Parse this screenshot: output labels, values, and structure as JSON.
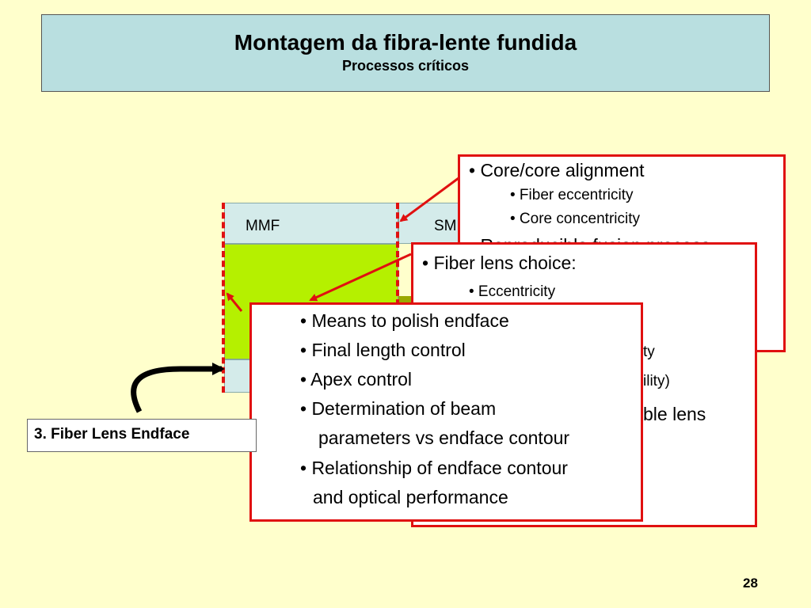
{
  "header": {
    "title": "Montagem da fibra-lente fundida",
    "subtitle": "Processos críticos"
  },
  "diagram": {
    "mmf_label": "MMF",
    "smf_label": "SMF"
  },
  "callout_1": {
    "lines": [
      "•  Core/core alignment",
      "• Fiber eccentricity",
      "• Core concentricity",
      "• Reproducible fusion process",
      "ty",
      "ility)"
    ]
  },
  "callout_2": {
    "lines": [
      "• Fiber lens choice:",
      "• Eccentricity",
      "ble lens"
    ]
  },
  "callout_3": {
    "lines": [
      "• Means to polish endface",
      "• Final length control",
      "• Apex control",
      "• Determination of beam",
      "parameters vs endface contour",
      "• Relationship of endface contour",
      "and optical performance"
    ]
  },
  "endface_label": "3. Fiber Lens Endface",
  "page_number": "28",
  "colors": {
    "background": "#ffffcc",
    "title_fill": "#b9dfe0",
    "accent_red": "#e01010",
    "lens_green": "#b5f000",
    "olive": "#9aa800"
  }
}
